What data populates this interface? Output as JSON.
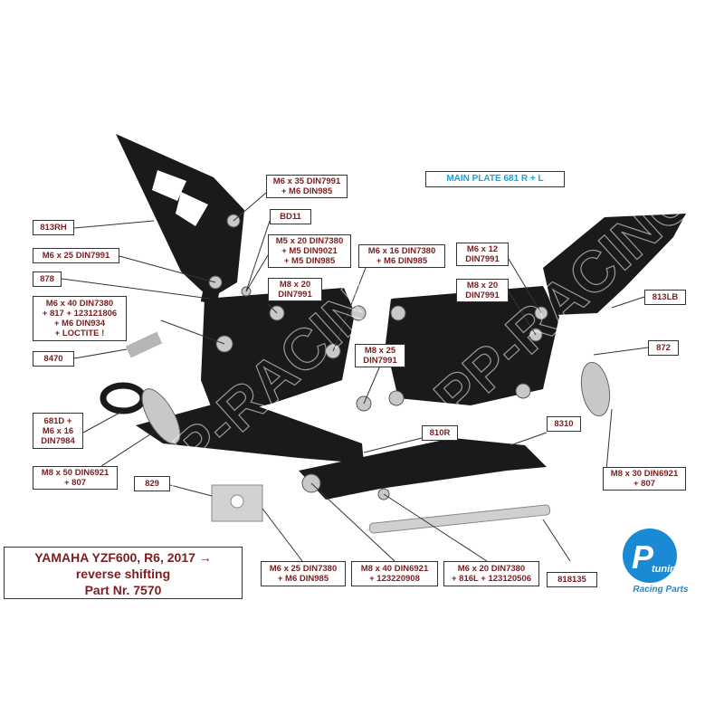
{
  "labels": {
    "m6x35": "M6 x 35 DIN7991\n+ M6 DIN985",
    "bd11": "BD11",
    "rh813": "813RH",
    "m5x20": "M5 x 20 DIN7380\n+ M5 DIN9021\n+ M5 DIN985",
    "m6x25_7991": "M6 x 25 DIN7991",
    "l878": "878",
    "m8x20_left": "M8 x 20\nDIN7991",
    "m6x40": "M6 x 40 DIN7380\n+ 817 + 123121806\n+ M6 DIN934\n+ LOCTITE !",
    "l8470": "8470",
    "m6x16_7380": "M6 x 16 DIN7380\n+ M6 DIN985",
    "m6x12": "M6 x 12\nDIN7991",
    "m8x20_right": "M8 x 20\nDIN7991",
    "lb813": "813LB",
    "m8x25": "M8 x 25\nDIN7991",
    "l872": "872",
    "l681d": "681D +\nM6 x 16\nDIN7984",
    "l810r": "810R",
    "l8310": "8310",
    "m8x50": "M8 x 50 DIN6921\n+ 807",
    "l829": "829",
    "m8x30": "M8 x 30 DIN6921\n+ 807",
    "m6x25_7380": "M6 x 25 DIN7380\n+ M6 DIN985",
    "m8x40": "M8 x 40 DIN6921\n+ 123220908",
    "m6x20": "M6 x 20 DIN7380\n+ 816L + 123120506",
    "l818135": "818135"
  },
  "main_plate": "MAIN PLATE 681 R + L",
  "title": {
    "line1": "YAMAHA YZF600, R6, 2017 →",
    "line2": "reverse shifting",
    "line3": "Part Nr. 7570"
  },
  "brand": {
    "tagline": "Racing Parts",
    "logo_word": "tuning",
    "logo_letter": "P",
    "watermark": "PP-RACING"
  },
  "colors": {
    "label_text": "#7a1f1f",
    "main_plate_text": "#1aa3d9",
    "brand_blue": "#1a8ad4",
    "part_black": "#1a1a1a",
    "silver": "#c8c8c8"
  }
}
